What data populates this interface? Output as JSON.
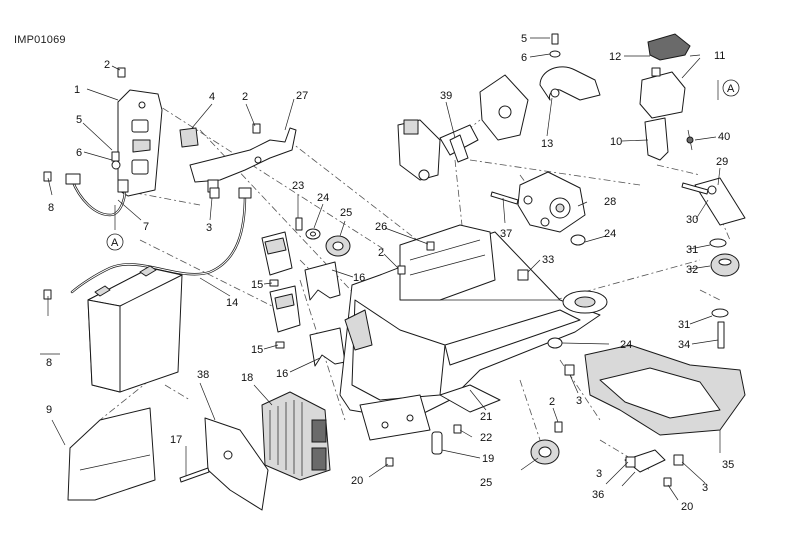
{
  "drawing_code": "IMP01069",
  "labels": [
    "1",
    "2",
    "3",
    "4",
    "5",
    "6",
    "7",
    "8",
    "9",
    "10",
    "11",
    "12",
    "13",
    "14",
    "15",
    "16",
    "17",
    "18",
    "19",
    "20",
    "21",
    "22",
    "23",
    "24",
    "25",
    "26",
    "27",
    "28",
    "29",
    "30",
    "31",
    "32",
    "33",
    "34",
    "35",
    "36",
    "37",
    "38",
    "39",
    "40"
  ],
  "connector_marker": "A"
}
